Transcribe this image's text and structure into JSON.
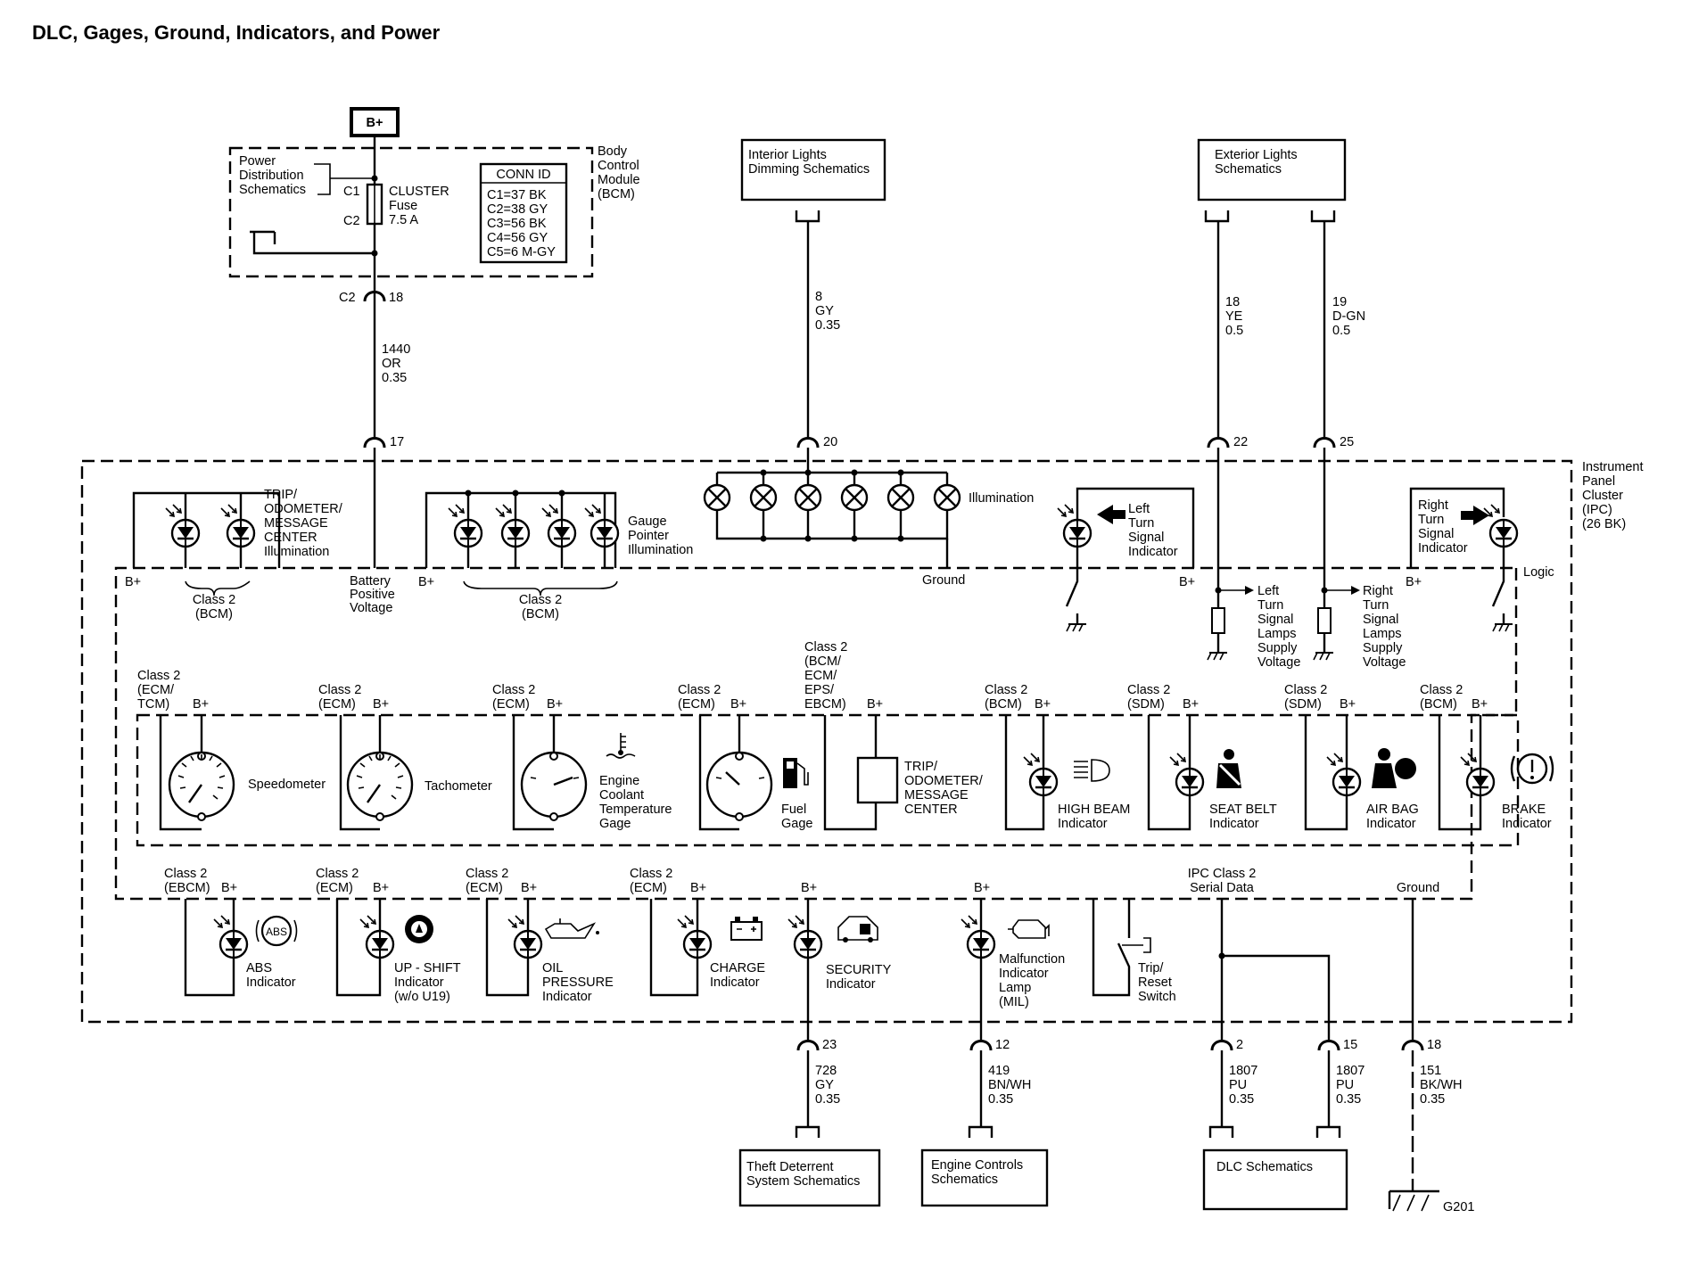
{
  "title": "DLC, Gages, Ground, Indicators, and Power",
  "power": {
    "battery": "B+",
    "bcm": {
      "label": [
        "Body",
        "Control",
        "Module",
        "(BCM)"
      ]
    },
    "pds": [
      "Power",
      "Distribution",
      "Schematics"
    ],
    "fuse": {
      "c1": "C1",
      "c2": "C2",
      "name": "CLUSTER",
      "type": "Fuse",
      "rating": "7.5 A"
    },
    "conn_id": {
      "title": "CONN ID",
      "rows": [
        "C1=37 BK",
        "C2=38 GY",
        "C3=56 BK",
        "C4=56 GY",
        "C5=6 M-GY"
      ]
    },
    "out_conn": {
      "conn": "C2",
      "pin": "18"
    },
    "wire": [
      "1440",
      "OR",
      "0.35"
    ],
    "ipc_pin": "17"
  },
  "top_boxes": {
    "interior": [
      "Interior Lights",
      "Dimming Schematics"
    ],
    "exterior": [
      "Exterior Lights",
      "Schematics"
    ]
  },
  "top_wires": {
    "gy": {
      "lines": [
        "8",
        "GY",
        "0.35"
      ],
      "pin": "20"
    },
    "ye": {
      "lines": [
        "18",
        "YE",
        "0.5"
      ],
      "pin": "22"
    },
    "dgn": {
      "lines": [
        "19",
        "D-GN",
        "0.5"
      ],
      "pin": "25"
    }
  },
  "ipc": {
    "label": [
      "Instrument",
      "Panel",
      "Cluster",
      "(IPC)",
      "(26 BK)"
    ],
    "trip_illum": [
      "TRIP/",
      "ODOMETER/",
      "MESSAGE",
      "CENTER",
      "Illumination"
    ],
    "gauge_illum": [
      "Gauge",
      "Pointer",
      "Illumination"
    ],
    "illumination": "Illumination",
    "ground": "Ground",
    "b_plus": "B+",
    "class2_bcm": [
      "Class 2",
      "(BCM)"
    ],
    "battery_voltage": [
      "Battery",
      "Positive",
      "Voltage"
    ],
    "left_turn": [
      "Left",
      "Turn",
      "Signal",
      "Indicator"
    ],
    "right_turn": [
      "Right",
      "Turn",
      "Signal",
      "Indicator"
    ],
    "logic": "Logic",
    "left_lamps": [
      "Left",
      "Turn",
      "Signal",
      "Lamps",
      "Supply",
      "Voltage"
    ],
    "right_lamps": [
      "Right",
      "Turn",
      "Signal",
      "Lamps",
      "Supply",
      "Voltage"
    ]
  },
  "gages": {
    "speedometer": {
      "tag": [
        "Class 2",
        "(ECM/",
        "TCM)"
      ],
      "label": "Speedometer"
    },
    "tachometer": {
      "tag": [
        "Class 2",
        "(ECM)"
      ],
      "label": "Tachometer"
    },
    "coolant": {
      "tag": [
        "Class 2",
        "(ECM)"
      ],
      "label": [
        "Engine",
        "Coolant",
        "Temperature",
        "Gage"
      ]
    },
    "fuel": {
      "tag": [
        "Class 2",
        "(ECM)"
      ],
      "label": [
        "Fuel",
        "Gage"
      ]
    },
    "trip": {
      "tag": [
        "Class 2",
        "(BCM/",
        "ECM/",
        "EPS/",
        "EBCM)"
      ],
      "label": [
        "TRIP/",
        "ODOMETER/",
        "MESSAGE",
        "CENTER"
      ]
    },
    "high_beam": {
      "tag": [
        "Class 2",
        "(BCM)"
      ],
      "label": [
        "HIGH BEAM",
        "Indicator"
      ]
    },
    "seat_belt": {
      "tag": [
        "Class 2",
        "(SDM)"
      ],
      "label": [
        "SEAT BELT",
        "Indicator"
      ]
    },
    "air_bag": {
      "tag": [
        "Class 2",
        "(SDM)"
      ],
      "label": [
        "AIR BAG",
        "Indicator"
      ]
    },
    "brake": {
      "tag": [
        "Class 2",
        "(BCM)"
      ],
      "label": [
        "BRAKE",
        "Indicator"
      ]
    }
  },
  "indicators": {
    "abs": {
      "tag": [
        "Class 2",
        "(EBCM)"
      ],
      "label": [
        "ABS",
        "Indicator"
      ],
      "icon": "ABS"
    },
    "upshift": {
      "tag": [
        "Class 2",
        "(ECM)"
      ],
      "label": [
        "UP - SHIFT",
        "Indicator",
        "(w/o U19)"
      ]
    },
    "oil": {
      "tag": [
        "Class 2",
        "(ECM)"
      ],
      "label": [
        "OIL",
        "PRESSURE",
        "Indicator"
      ]
    },
    "charge": {
      "tag": [
        "Class 2",
        "(ECM)"
      ],
      "label": [
        "CHARGE",
        "Indicator"
      ]
    },
    "security": {
      "label": [
        "SECURITY",
        "Indicator"
      ]
    },
    "mil": {
      "label": [
        "Malfunction",
        "Indicator",
        "Lamp",
        "(MIL)"
      ]
    },
    "trip_switch": [
      "Trip/",
      "Reset",
      "Switch"
    ],
    "serial": [
      "IPC Class 2",
      "Serial Data"
    ],
    "ground": "Ground"
  },
  "bottom": {
    "theft": {
      "pin": "23",
      "wire": [
        "728",
        "GY",
        "0.35"
      ],
      "box": [
        "Theft Deterrent",
        "System Schematics"
      ]
    },
    "engine": {
      "pin": "12",
      "wire": [
        "419",
        "BN/WH",
        "0.35"
      ],
      "box": [
        "Engine Controls",
        "Schematics"
      ]
    },
    "dlc_a": {
      "pin": "2",
      "wire": [
        "1807",
        "PU",
        "0.35"
      ]
    },
    "dlc_b": {
      "pin": "15",
      "wire": [
        "1807",
        "PU",
        "0.35"
      ]
    },
    "dlc_box": "DLC Schematics",
    "gnd": {
      "pin": "18",
      "wire": [
        "151",
        "BK/WH",
        "0.35"
      ],
      "label": "G201"
    }
  }
}
